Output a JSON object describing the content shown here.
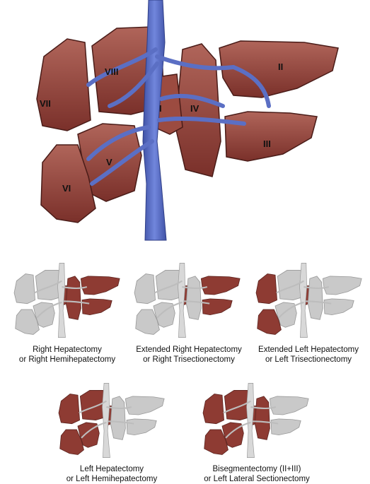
{
  "colors": {
    "liver": "#8e3b33",
    "liver_dark": "#5e2520",
    "liver_light": "#b26458",
    "vessel": "#5b6fc4",
    "vessel_dark": "#3b4c9c",
    "resected": "#c9c9c9",
    "resected_dark": "#9a9a9a"
  },
  "main_diagram": {
    "segments": [
      "I",
      "II",
      "III",
      "IV",
      "V",
      "VI",
      "VII",
      "VIII"
    ]
  },
  "procedures": [
    {
      "line1": "Right Hepatectomy",
      "line2": "or Right Hemihepatectomy",
      "resected": [
        "V",
        "VI",
        "VII",
        "VIII"
      ]
    },
    {
      "line1": "Extended Right Hepatectomy",
      "line2": "or Right Trisectionectomy",
      "resected": [
        "IV",
        "V",
        "VI",
        "VII",
        "VIII"
      ]
    },
    {
      "line1": "Extended Left Hepatectomy",
      "line2": "or Left Trisectionectomy",
      "resected": [
        "II",
        "III",
        "IV",
        "V",
        "VIII"
      ]
    },
    {
      "line1": "Left Hepatectomy",
      "line2": "or Left Hemihepatectomy",
      "resected": [
        "II",
        "III",
        "IV"
      ]
    },
    {
      "line1": "Bisegmentectomy (II+III)",
      "line2": "or Left Lateral Sectionectomy",
      "resected": [
        "II",
        "III"
      ]
    }
  ]
}
